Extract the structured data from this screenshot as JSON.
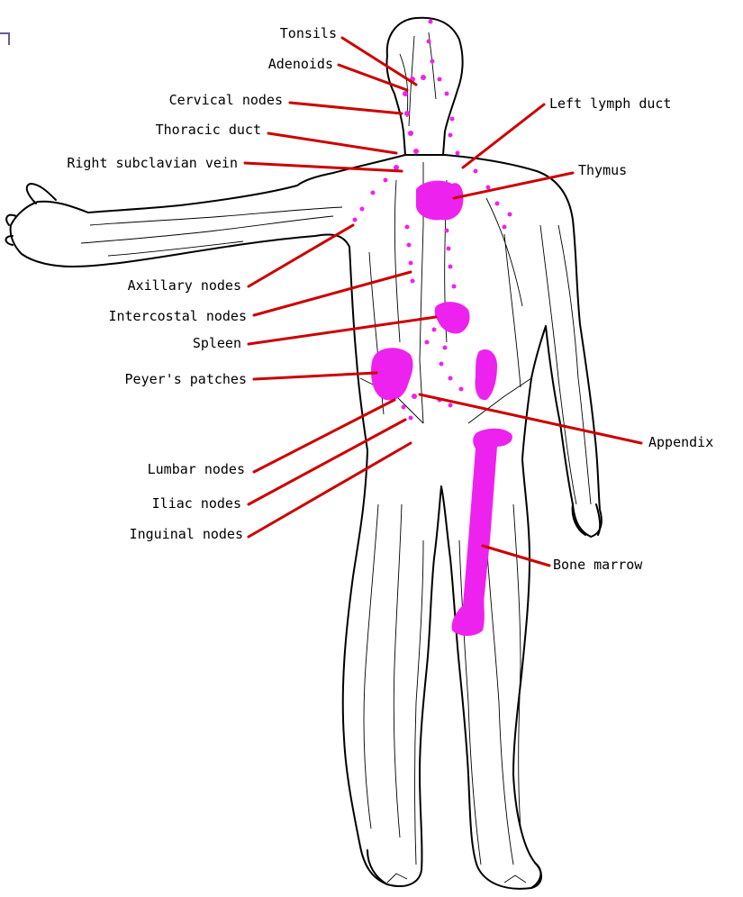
{
  "diagram": {
    "colors": {
      "leader": "#cc0000",
      "lymph": "#ee22ee",
      "outline": "#000000"
    },
    "labels_left": [
      {
        "id": "tonsils",
        "text": "Tonsils"
      },
      {
        "id": "adenoids",
        "text": "Adenoids"
      },
      {
        "id": "cervical",
        "text": "Cervical nodes"
      },
      {
        "id": "thoracic",
        "text": "Thoracic duct"
      },
      {
        "id": "subclavian",
        "text": "Right subclavian vein"
      },
      {
        "id": "axillary",
        "text": "Axillary nodes"
      },
      {
        "id": "intercostal",
        "text": "Intercostal nodes"
      },
      {
        "id": "spleen",
        "text": "Spleen"
      },
      {
        "id": "peyers",
        "text": "Peyer's patches"
      },
      {
        "id": "lumbar",
        "text": "Lumbar nodes"
      },
      {
        "id": "iliac",
        "text": "Iliac nodes"
      },
      {
        "id": "inguinal",
        "text": "Inguinal nodes"
      }
    ],
    "labels_right": [
      {
        "id": "leftduct",
        "text": "Left lymph duct"
      },
      {
        "id": "thymus",
        "text": "Thymus"
      },
      {
        "id": "appendix",
        "text": "Appendix"
      },
      {
        "id": "marrow",
        "text": "Bone marrow"
      }
    ]
  }
}
